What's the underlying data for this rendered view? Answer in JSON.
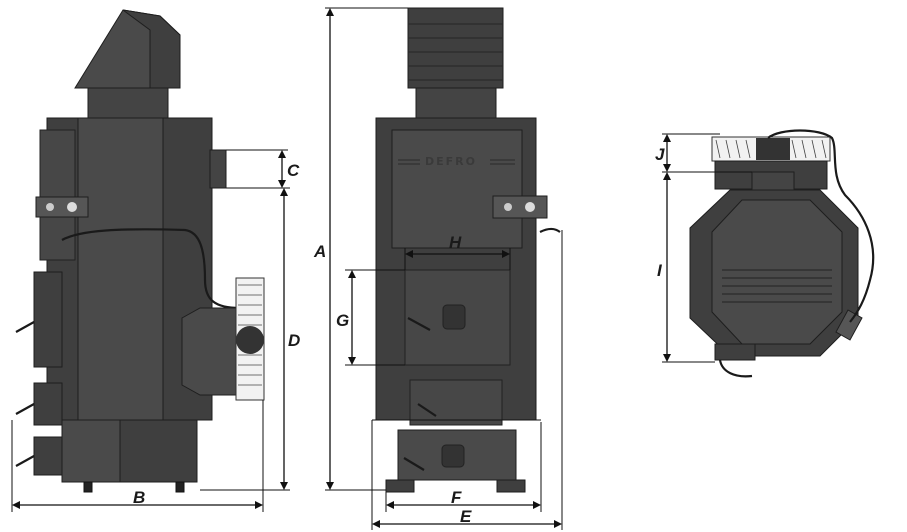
{
  "diagram": {
    "brand": "DEFRO",
    "dimensions": {
      "a": "A",
      "b": "B",
      "c": "C",
      "d": "D",
      "e": "E",
      "f": "F",
      "g": "G",
      "h": "H",
      "i": "I",
      "j": "J"
    }
  }
}
